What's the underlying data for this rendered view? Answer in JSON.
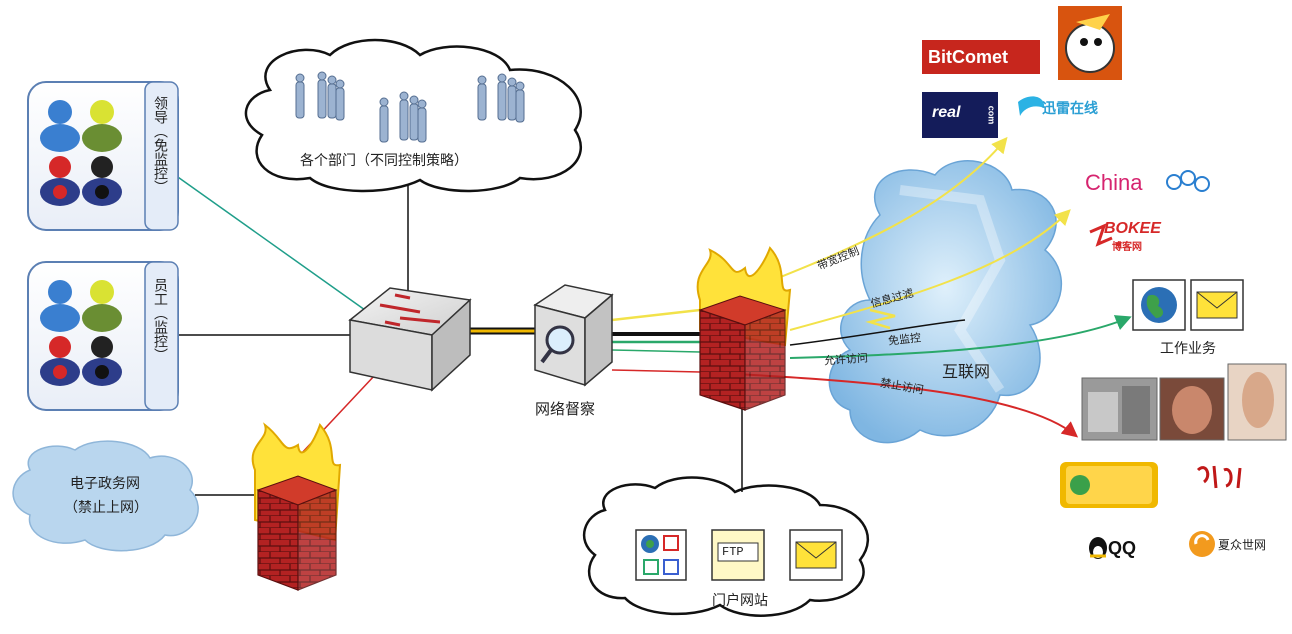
{
  "nodes": {
    "departments": "各个部门（不同控制策略）",
    "leaders": "领导（免监控）",
    "staff": "员工（监控）",
    "egov": "电子政务网",
    "egov_note": "（禁止上网）",
    "police": "网络督察",
    "portal": "门户网站",
    "internet": "互联网",
    "work": "工作业务"
  },
  "links": {
    "bandwidth": "带宽控制",
    "filter": "信息过滤",
    "exempt": "免监控",
    "allow": "允许访问",
    "deny": "禁止访问"
  },
  "portal_items": {
    "ftp": "FTP"
  },
  "brands": {
    "bitcomet": "BitComet",
    "real": "real",
    "realcom": "com",
    "xunlei": "迅雷在线",
    "china": "China",
    "bokee": "BOKEE",
    "bokee_cn": "博客网",
    "qq": "QQ",
    "zhongwang": "夏众世网"
  },
  "colors": {
    "yellow_line": "#f2e24a",
    "green_line": "#2aa86a",
    "red_line": "#d62828",
    "teal_line": "#1f9e8a",
    "firewall_brick": "#b32222",
    "cloud_blue": "#8fc3ea"
  }
}
